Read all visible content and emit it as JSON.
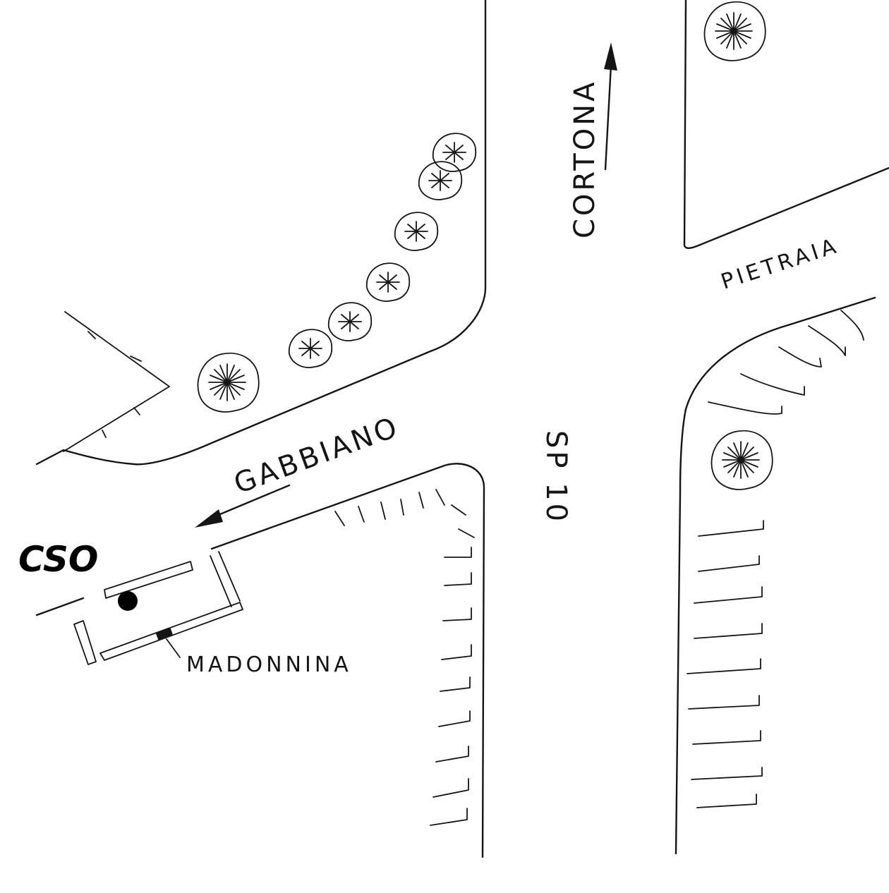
{
  "map": {
    "marker_label": "CSO",
    "roads": {
      "north": "CORTONA",
      "south": "SP 10",
      "east": "PIETRAIA",
      "west": "GABBIANO"
    },
    "landmark": "MADONNINA"
  }
}
